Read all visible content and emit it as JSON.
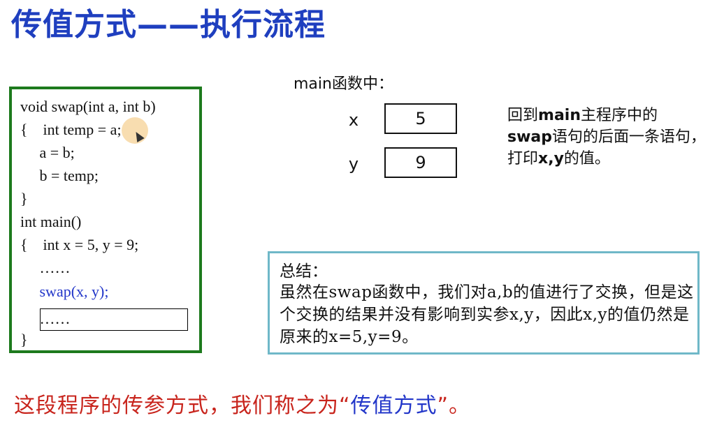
{
  "title": "传值方式——执行流程",
  "code": {
    "lines": [
      "void swap(int a, int b)",
      "{    int temp = a;",
      "     a = b;",
      "     b = temp;",
      "}",
      "int main()",
      "{    int x = 5, y = 9;",
      "     ……",
      "     swap(x, y);",
      "     ……",
      "}"
    ]
  },
  "memory": {
    "label": "main函数中：",
    "vars": [
      {
        "name": "x",
        "value": "5"
      },
      {
        "name": "y",
        "value": "9"
      }
    ]
  },
  "note": {
    "p1": "回到",
    "bold1": "main",
    "p2": "主程序中的",
    "bold2": "swap",
    "p3": "语句的后面一条语句，打印",
    "bold3": "x,y",
    "p4": "的值。"
  },
  "summary": {
    "heading": "总结：",
    "body": "虽然在swap函数中，我们对a,b的值进行了交换，但是这个交换的结果并没有影响到实参x,y，因此x,y的值仍然是原来的x=5,y=9。"
  },
  "conclusion": {
    "part1": "这段程序的传参方式，我们称之为“",
    "highlight": "传值方式",
    "part2": "”。"
  },
  "colors": {
    "title": "#1f3fbf",
    "code_border": "#1d7a1d",
    "summary_border": "#6fb8c8",
    "conclusion": "#c8241c",
    "highlight": "#2236c9"
  }
}
